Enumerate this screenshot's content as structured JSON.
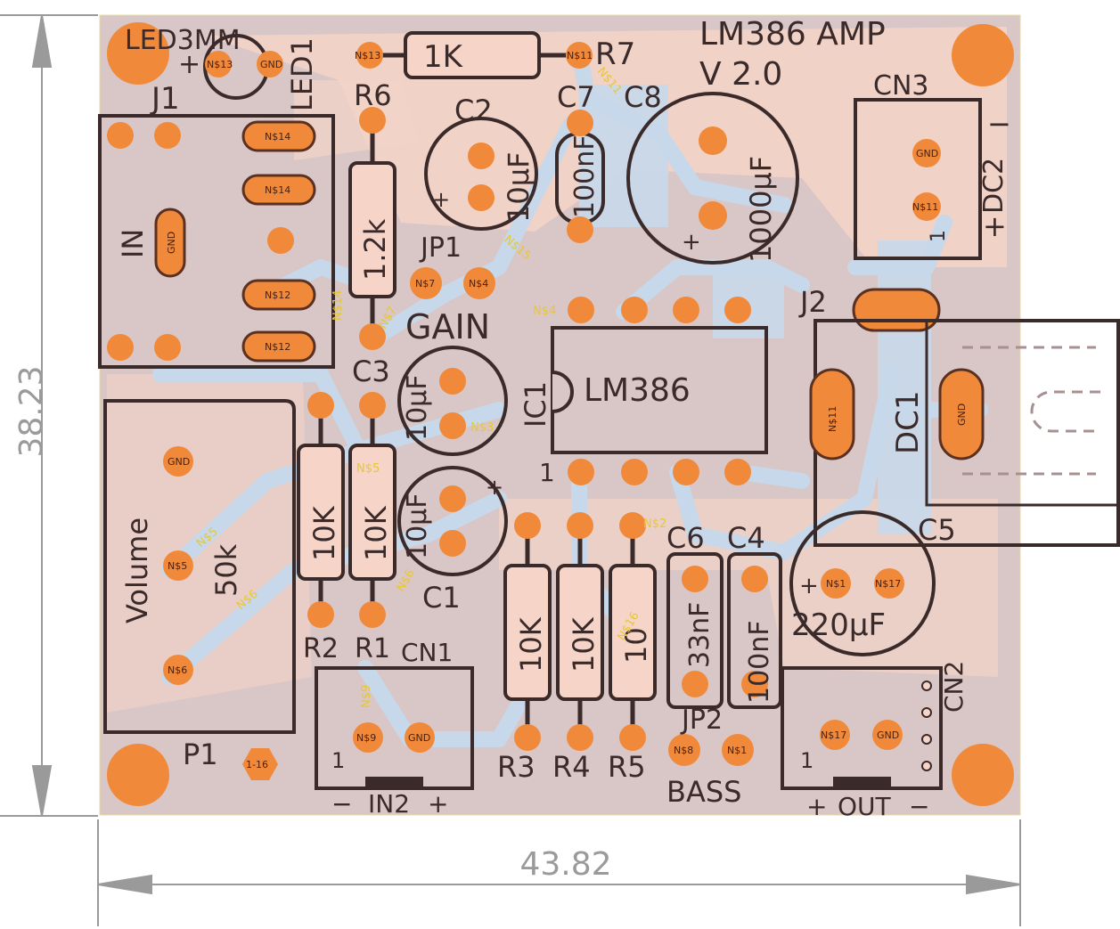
{
  "board": {
    "colors": {
      "board_bg": "#d9c6c6",
      "copper_bottom": "#f6d5c8",
      "copper_top": "#c6d8ea",
      "pad": "#f08a3a",
      "silk": "#3a2a2a",
      "net_label": "#e8c832",
      "dimension": "#9a9a9a"
    }
  },
  "dimensions": {
    "width": "43.82",
    "height": "38.23"
  },
  "title": {
    "line1": "LM386 AMP",
    "line2": "V 2.0"
  },
  "components": {
    "led": {
      "name": "LED1",
      "package": "LED3MM",
      "plus": "+"
    },
    "r7": {
      "name": "R7",
      "value": "1K"
    },
    "r6": {
      "name": "R6",
      "value": "1.2k"
    },
    "c2": {
      "name": "C2",
      "value": "10µF"
    },
    "c7": {
      "name": "C7",
      "value": "100nF"
    },
    "c8": {
      "name": "C8",
      "value": "1000µF"
    },
    "cn3": {
      "name": "CN3",
      "plus": "+",
      "label": "DC2",
      "minus": "−",
      "pin1": "1"
    },
    "j1": {
      "name": "J1",
      "label": "IN"
    },
    "jp1": {
      "name": "JP1",
      "label": "GAIN"
    },
    "j2": {
      "name": "J2"
    },
    "ic1": {
      "name": "IC1",
      "value": "LM386",
      "pin1": "1"
    },
    "dc1": {
      "name": "DC1"
    },
    "c3": {
      "name": "C3",
      "value": "10µF"
    },
    "c1": {
      "name": "C1",
      "value": "10µF"
    },
    "p1": {
      "name": "P1",
      "label": "Volume",
      "value": "50k"
    },
    "r2": {
      "name": "R2",
      "value": "10K"
    },
    "r1": {
      "name": "R1",
      "value": "10K"
    },
    "r3": {
      "name": "R3",
      "value": "10K"
    },
    "r4": {
      "name": "R4",
      "value": "10K"
    },
    "r5": {
      "name": "R5",
      "value": "10"
    },
    "c6": {
      "name": "C6",
      "value": "33nF"
    },
    "c4": {
      "name": "C4",
      "value": "100nF"
    },
    "c5": {
      "name": "C5",
      "value": "220µF"
    },
    "cn1": {
      "name": "CN1",
      "label": "IN2",
      "minus": "−",
      "plus": "+",
      "pin1": "1"
    },
    "cn2": {
      "name": "CN2",
      "label": "OUT",
      "plus": "+",
      "minus": "−",
      "pin1": "1"
    },
    "jp2": {
      "name": "JP2",
      "label": "BASS"
    },
    "hole": {
      "label": "1-16"
    }
  },
  "nets": {
    "gnd": "GND",
    "n1": "N$1",
    "n2": "N$2",
    "n3": "N$3",
    "n4": "N$4",
    "n5": "N$5",
    "n6": "N$6",
    "n7": "N$7",
    "n8": "N$8",
    "n9": "N$9",
    "n11": "N$11",
    "n12": "N$12",
    "n13": "N$13",
    "n14": "N$14",
    "n15": "N$15",
    "n16": "N$16",
    "n17": "N$17"
  }
}
